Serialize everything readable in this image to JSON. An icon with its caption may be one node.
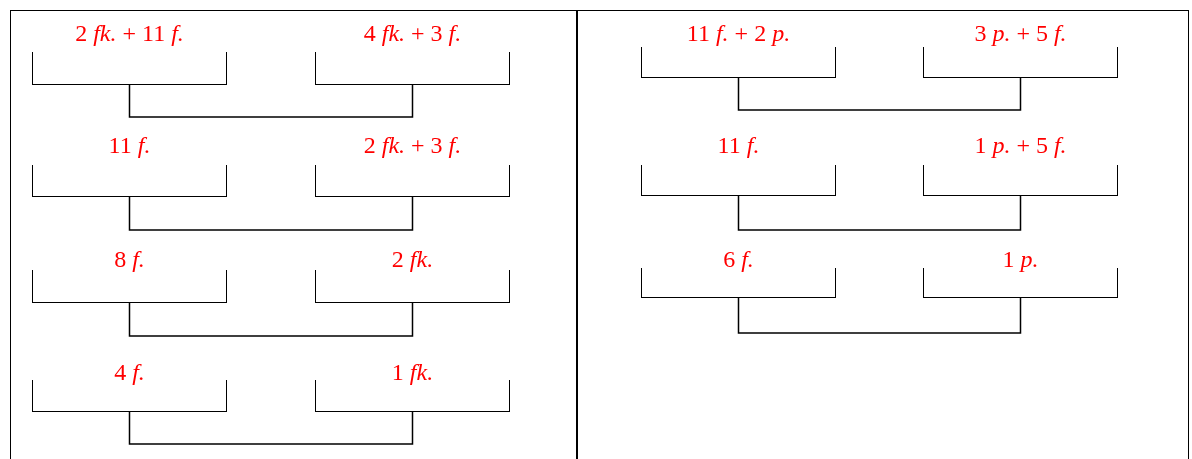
{
  "diagram": {
    "nodes": [
      {
        "text": [
          "2 *fk.* + 11 *f.*"
        ]
      },
      {
        "text": [
          "4 *fk.* + 3 *f.*"
        ]
      },
      {
        "text": [
          "11 *f.*"
        ]
      },
      {
        "text": [
          "2 *fk.* + 3 *f.*"
        ]
      },
      {
        "text": [
          "8 *f.*"
        ]
      },
      {
        "text": [
          "2 *fk.*"
        ]
      },
      {
        "text": [
          "4 *f.*"
        ]
      },
      {
        "text": [
          "1 *fk.*"
        ]
      },
      {
        "text": [
          "11 *f.* + 2 *p.*"
        ]
      },
      {
        "text": [
          "3 *p.* + 5 *f.*"
        ]
      },
      {
        "text": [
          "11 *f.*"
        ]
      },
      {
        "text": [
          "1 *p.* + 5 *f.*"
        ]
      },
      {
        "text": [
          "6 *f.*"
        ]
      },
      {
        "text": [
          "1 *p.*"
        ]
      }
    ],
    "edges": [
      {
        "from": 0,
        "to": 1,
        "arrow": "none"
      },
      {
        "from": 2,
        "to": 3,
        "arrow": "none"
      },
      {
        "from": 4,
        "to": 5,
        "arrow": "none"
      },
      {
        "from": 6,
        "to": 7,
        "arrow": "none"
      },
      {
        "from": 8,
        "to": 9,
        "arrow": "none"
      },
      {
        "from": 10,
        "to": 11,
        "arrow": "none"
      },
      {
        "from": 12,
        "to": 13,
        "arrow": "none"
      }
    ]
  }
}
